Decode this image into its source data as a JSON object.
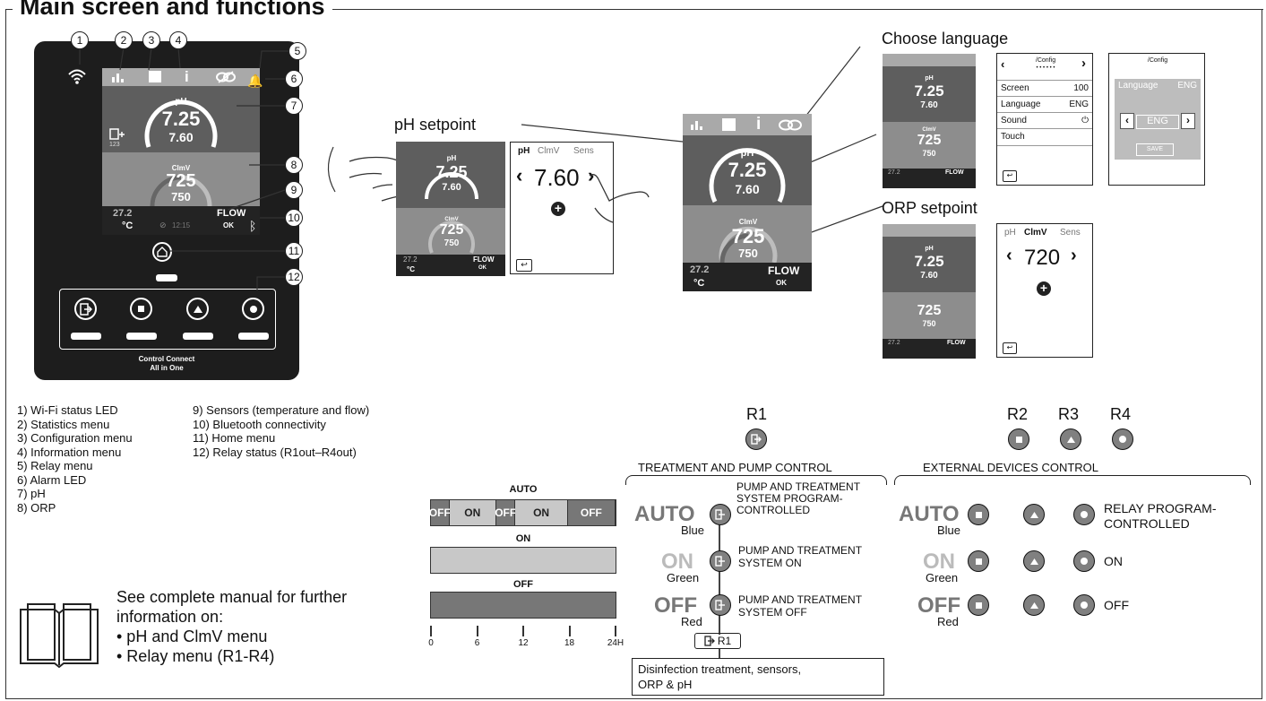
{
  "title": "Main screen and functions",
  "device": {
    "brand_line1": "Control Connect",
    "brand_line2": "All in One",
    "ph_label": "pH",
    "ph_value": "7.25",
    "ph_setpoint": "7.60",
    "orp_label": "ClmV",
    "orp_value": "725",
    "orp_setpoint": "750",
    "temperature": "27.2",
    "temp_unit": "°C",
    "time": "12:15",
    "flow_label": "FLOW",
    "flow_status": "OK",
    "ph_icon_sub": "123"
  },
  "callouts": [
    "1",
    "2",
    "3",
    "4",
    "5",
    "6",
    "7",
    "8",
    "9",
    "10",
    "11",
    "12"
  ],
  "legend_left": [
    "1) Wi-Fi status LED",
    "2) Statistics menu",
    "3) Configuration menu",
    "4) Information menu",
    "5) Relay menu",
    "6) Alarm LED",
    "7) pH",
    "8) ORP"
  ],
  "legend_right": [
    "9) Sensors (temperature and flow)",
    "10) Bluetooth connectivity",
    "11) Home menu",
    "12) Relay status (R1out–R4out)"
  ],
  "ph_setpoint_section": {
    "title": "pH setpoint",
    "tabs": [
      "pH",
      "ClmV",
      "Sens"
    ],
    "value": "7.60"
  },
  "orp_setpoint_section": {
    "title": "ORP setpoint",
    "tabs": [
      "pH",
      "ClmV",
      "Sens"
    ],
    "value": "720"
  },
  "language_section": {
    "title": "Choose language",
    "menu_header": "/Config",
    "menu_dots": "• • • • • •",
    "items": [
      {
        "label": "Screen",
        "value": "100"
      },
      {
        "label": "Language",
        "value": "ENG"
      },
      {
        "label": "Sound",
        "value": "⏻"
      },
      {
        "label": "Touch",
        "value": ""
      }
    ],
    "popup_title": "Language",
    "popup_value": "ENG",
    "popup_option": "ENG",
    "save_label": "SAVE"
  },
  "manual": {
    "intro_line1": "See complete manual for further",
    "intro_line2": "information on:",
    "bullets": [
      "• pH and ClmV menu",
      "• Relay menu (R1-R4)"
    ]
  },
  "timeline": {
    "auto_label": "AUTO",
    "on_label": "ON",
    "off_label": "OFF",
    "auto_segments": [
      {
        "label": "OFF",
        "start": 0,
        "end": 2.4
      },
      {
        "label": "ON",
        "start": 2.4,
        "end": 8.5
      },
      {
        "label": "OFF",
        "start": 8.5,
        "end": 11
      },
      {
        "label": "ON",
        "start": 11,
        "end": 17.8
      },
      {
        "label": "OFF",
        "start": 17.8,
        "end": 24
      }
    ],
    "ticks": [
      "0",
      "6",
      "12",
      "18",
      "24H"
    ]
  },
  "relay_r1": {
    "label": "R1",
    "group_title": "TREATMENT AND PUMP CONTROL",
    "modes": [
      {
        "mode": "AUTO",
        "color": "Blue",
        "desc": [
          "PUMP AND TREATMENT",
          "SYSTEM PROGRAM-",
          "CONTROLLED"
        ]
      },
      {
        "mode": "ON",
        "color": "Green",
        "desc": [
          "PUMP AND TREATMENT",
          "SYSTEM ON"
        ]
      },
      {
        "mode": "OFF",
        "color": "Red",
        "desc": [
          "PUMP AND TREATMENT",
          "SYSTEM OFF"
        ]
      }
    ],
    "output_tag": "R1",
    "output_desc": [
      "Disinfection treatment, sensors,",
      "ORP & pH"
    ]
  },
  "relay_ext": {
    "labels": [
      "R2",
      "R3",
      "R4"
    ],
    "group_title": "EXTERNAL DEVICES CONTROL",
    "modes": [
      {
        "mode": "AUTO",
        "color": "Blue",
        "desc": [
          "RELAY PROGRAM-",
          "CONTROLLED"
        ]
      },
      {
        "mode": "ON",
        "color": "Green",
        "desc": [
          "ON"
        ]
      },
      {
        "mode": "OFF",
        "color": "Red",
        "desc": [
          "OFF"
        ]
      }
    ]
  },
  "colors": {
    "screen_top": "#a9a9a9",
    "ph_block": "#5e5e5e",
    "orp_block": "#8d8d8d",
    "device": "#1d1d1d"
  }
}
